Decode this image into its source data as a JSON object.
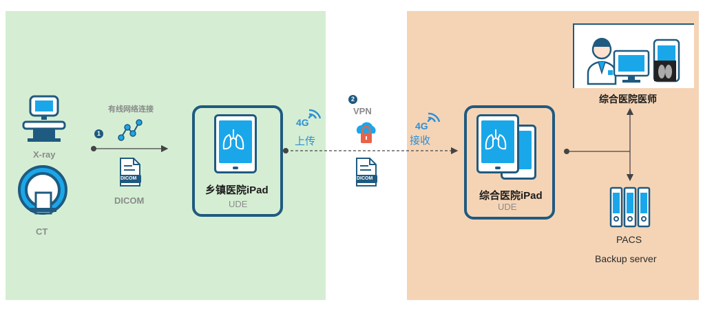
{
  "step1": {
    "badge": "1",
    "label": "有线网络连接",
    "file_tag": "DICOM",
    "file_label": "DICOM"
  },
  "devices": {
    "xray": "X-ray",
    "ct": "CT"
  },
  "township": {
    "title": "乡镇医院iPad",
    "sub": "UDE"
  },
  "uplink": {
    "net": "4G",
    "label": "上传"
  },
  "step2": {
    "badge": "2",
    "label": "VPN",
    "file_tag": "DICOM"
  },
  "downlink": {
    "net": "4G",
    "label": "接收"
  },
  "general": {
    "title": "综合医院iPad",
    "sub": "UDE"
  },
  "doctor": {
    "label": "综合医院医师"
  },
  "pacs": {
    "name": "PACS",
    "sub": "Backup server"
  },
  "colors": {
    "left_bg": "#d5eed3",
    "right_bg": "#f5d4b6",
    "frame": "#1f5a80",
    "accent": "#2d8fd5",
    "screen": "#1aa7ea"
  }
}
